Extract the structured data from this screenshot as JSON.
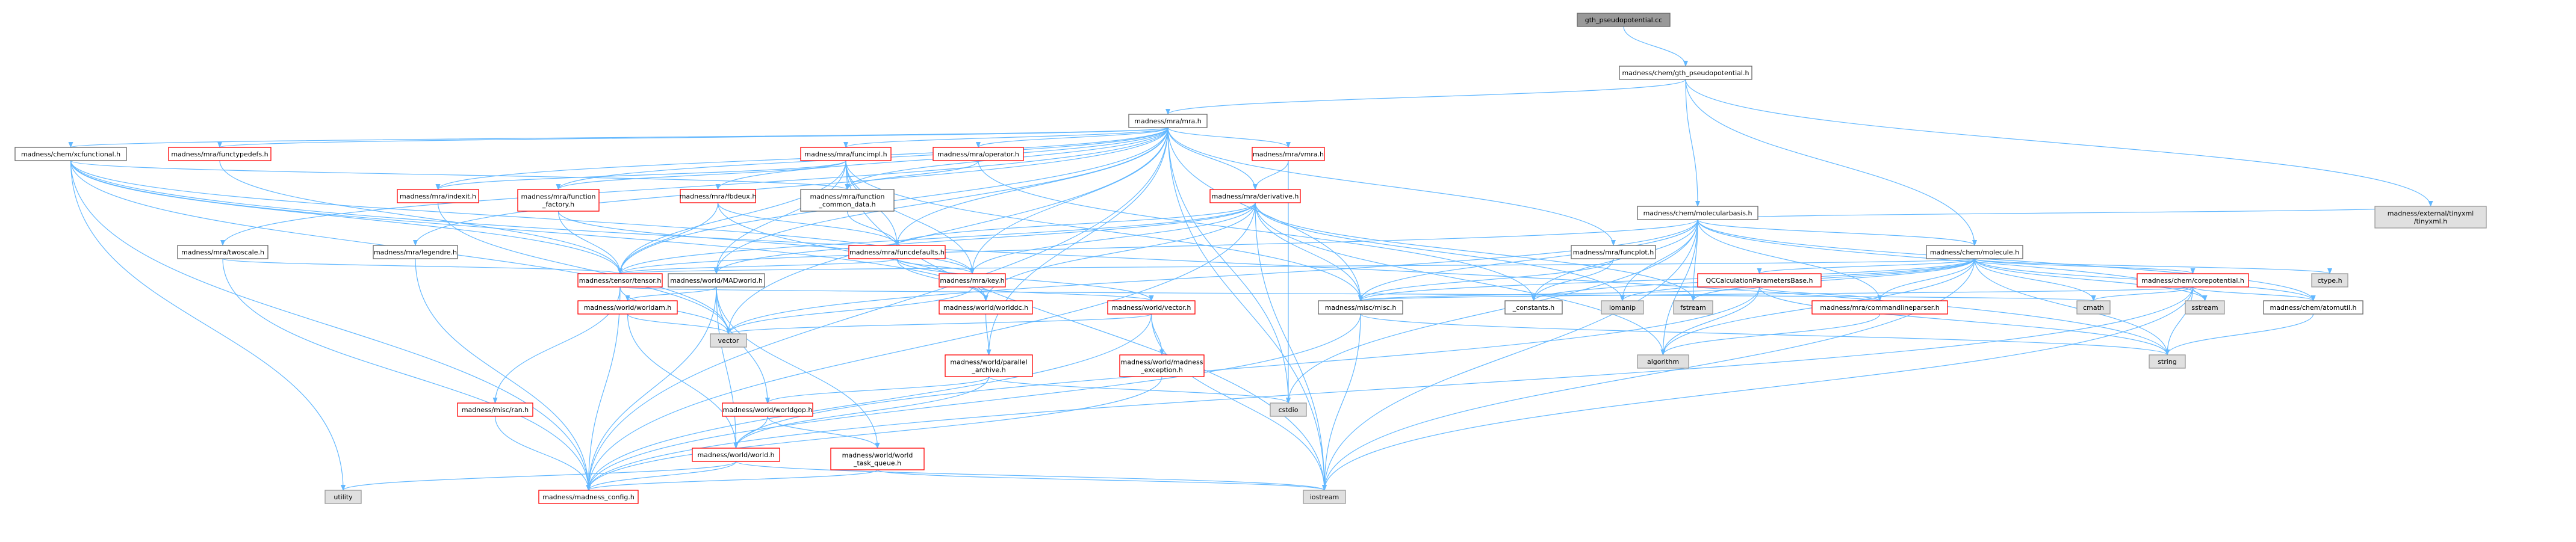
{
  "graph": {
    "nodes": [
      {
        "id": "root",
        "lines": [
          "gth_pseudopotential.cc"
        ],
        "style": "root"
      },
      {
        "id": "gth",
        "lines": [
          "madness/chem/gth_pseudopotential.h"
        ],
        "style": "normal"
      },
      {
        "id": "mra",
        "lines": [
          "madness/mra/mra.h"
        ],
        "style": "normal"
      },
      {
        "id": "molbasis",
        "lines": [
          "madness/chem/molecularbasis.h"
        ],
        "style": "normal"
      },
      {
        "id": "tinyxml",
        "lines": [
          "madness/external/tinyxml",
          "/tinyxml.h"
        ],
        "style": "gray"
      },
      {
        "id": "xcfunc",
        "lines": [
          "madness/chem/xcfunctional.h"
        ],
        "style": "normal"
      },
      {
        "id": "functypedefs",
        "lines": [
          "madness/mra/functypedefs.h"
        ],
        "style": "red"
      },
      {
        "id": "funcimpl",
        "lines": [
          "madness/mra/funcimpl.h"
        ],
        "style": "red"
      },
      {
        "id": "operator",
        "lines": [
          "madness/mra/operator.h"
        ],
        "style": "red"
      },
      {
        "id": "vmra",
        "lines": [
          "madness/mra/vmra.h"
        ],
        "style": "red"
      },
      {
        "id": "indexit",
        "lines": [
          "madness/mra/indexit.h"
        ],
        "style": "red"
      },
      {
        "id": "funcfactory",
        "lines": [
          "madness/mra/function",
          "_factory.h"
        ],
        "style": "red"
      },
      {
        "id": "fbdeux",
        "lines": [
          "madness/mra/fbdeux.h"
        ],
        "style": "red"
      },
      {
        "id": "funccommon",
        "lines": [
          "madness/mra/function",
          "_common_data.h"
        ],
        "style": "normal"
      },
      {
        "id": "derivative",
        "lines": [
          "madness/mra/derivative.h"
        ],
        "style": "red"
      },
      {
        "id": "twoscale",
        "lines": [
          "madness/mra/twoscale.h"
        ],
        "style": "normal"
      },
      {
        "id": "legendre",
        "lines": [
          "madness/mra/legendre.h"
        ],
        "style": "normal"
      },
      {
        "id": "funcdefaults",
        "lines": [
          "madness/mra/funcdefaults.h"
        ],
        "style": "red"
      },
      {
        "id": "funcplot",
        "lines": [
          "madness/mra/funcplot.h"
        ],
        "style": "normal"
      },
      {
        "id": "molecule",
        "lines": [
          "madness/chem/molecule.h"
        ],
        "style": "normal"
      },
      {
        "id": "tensor",
        "lines": [
          "madness/tensor/tensor.h"
        ],
        "style": "red"
      },
      {
        "id": "madworld",
        "lines": [
          "madness/world/MADworld.h"
        ],
        "style": "normal"
      },
      {
        "id": "key",
        "lines": [
          "madness/mra/key.h"
        ],
        "style": "red"
      },
      {
        "id": "qccalc",
        "lines": [
          "QCCalculationParametersBase.h"
        ],
        "style": "red"
      },
      {
        "id": "corepot",
        "lines": [
          "madness/chem/corepotential.h"
        ],
        "style": "red"
      },
      {
        "id": "ctype",
        "lines": [
          "ctype.h"
        ],
        "style": "gray"
      },
      {
        "id": "worldam",
        "lines": [
          "madness/world/worldam.h"
        ],
        "style": "red"
      },
      {
        "id": "worlddc",
        "lines": [
          "madness/world/worlddc.h"
        ],
        "style": "red"
      },
      {
        "id": "vector_h",
        "lines": [
          "madness/world/vector.h"
        ],
        "style": "red"
      },
      {
        "id": "misc",
        "lines": [
          "madness/misc/misc.h"
        ],
        "style": "normal"
      },
      {
        "id": "constants",
        "lines": [
          "_constants.h"
        ],
        "style": "normal"
      },
      {
        "id": "iomanip",
        "lines": [
          "iomanip"
        ],
        "style": "gray"
      },
      {
        "id": "fstream",
        "lines": [
          "fstream"
        ],
        "style": "gray"
      },
      {
        "id": "cmdline",
        "lines": [
          "madness/mra/commandlineparser.h"
        ],
        "style": "red"
      },
      {
        "id": "cmath",
        "lines": [
          "cmath"
        ],
        "style": "gray"
      },
      {
        "id": "sstream",
        "lines": [
          "sstream"
        ],
        "style": "gray"
      },
      {
        "id": "atomutil",
        "lines": [
          "madness/chem/atomutil.h"
        ],
        "style": "normal"
      },
      {
        "id": "vector",
        "lines": [
          "vector"
        ],
        "style": "gray"
      },
      {
        "id": "parallel",
        "lines": [
          "madness/world/parallel",
          "_archive.h"
        ],
        "style": "red"
      },
      {
        "id": "madexc",
        "lines": [
          "madness/world/madness",
          "_exception.h"
        ],
        "style": "red"
      },
      {
        "id": "algorithm",
        "lines": [
          "algorithm"
        ],
        "style": "gray"
      },
      {
        "id": "string",
        "lines": [
          "string"
        ],
        "style": "gray"
      },
      {
        "id": "ran",
        "lines": [
          "madness/misc/ran.h"
        ],
        "style": "red"
      },
      {
        "id": "worldgop",
        "lines": [
          "madness/world/worldgop.h"
        ],
        "style": "red"
      },
      {
        "id": "cstdio",
        "lines": [
          "cstdio"
        ],
        "style": "gray"
      },
      {
        "id": "world",
        "lines": [
          "madness/world/world.h"
        ],
        "style": "red"
      },
      {
        "id": "taskqueue",
        "lines": [
          "madness/world/world",
          "_task_queue.h"
        ],
        "style": "red"
      },
      {
        "id": "utility",
        "lines": [
          "utility"
        ],
        "style": "gray"
      },
      {
        "id": "config",
        "lines": [
          "madness/madness_config.h"
        ],
        "style": "red"
      },
      {
        "id": "iostream",
        "lines": [
          "iostream"
        ],
        "style": "gray"
      }
    ],
    "colors": {
      "edge": "#63b8ff",
      "root_fill": "#999999",
      "gray_fill": "#e0e0e0",
      "gray_stroke": "#999999",
      "normal_fill": "#ffffff",
      "normal_stroke": "#666666",
      "red_fill": "#ffffff",
      "red_stroke": "#ff0000"
    }
  }
}
